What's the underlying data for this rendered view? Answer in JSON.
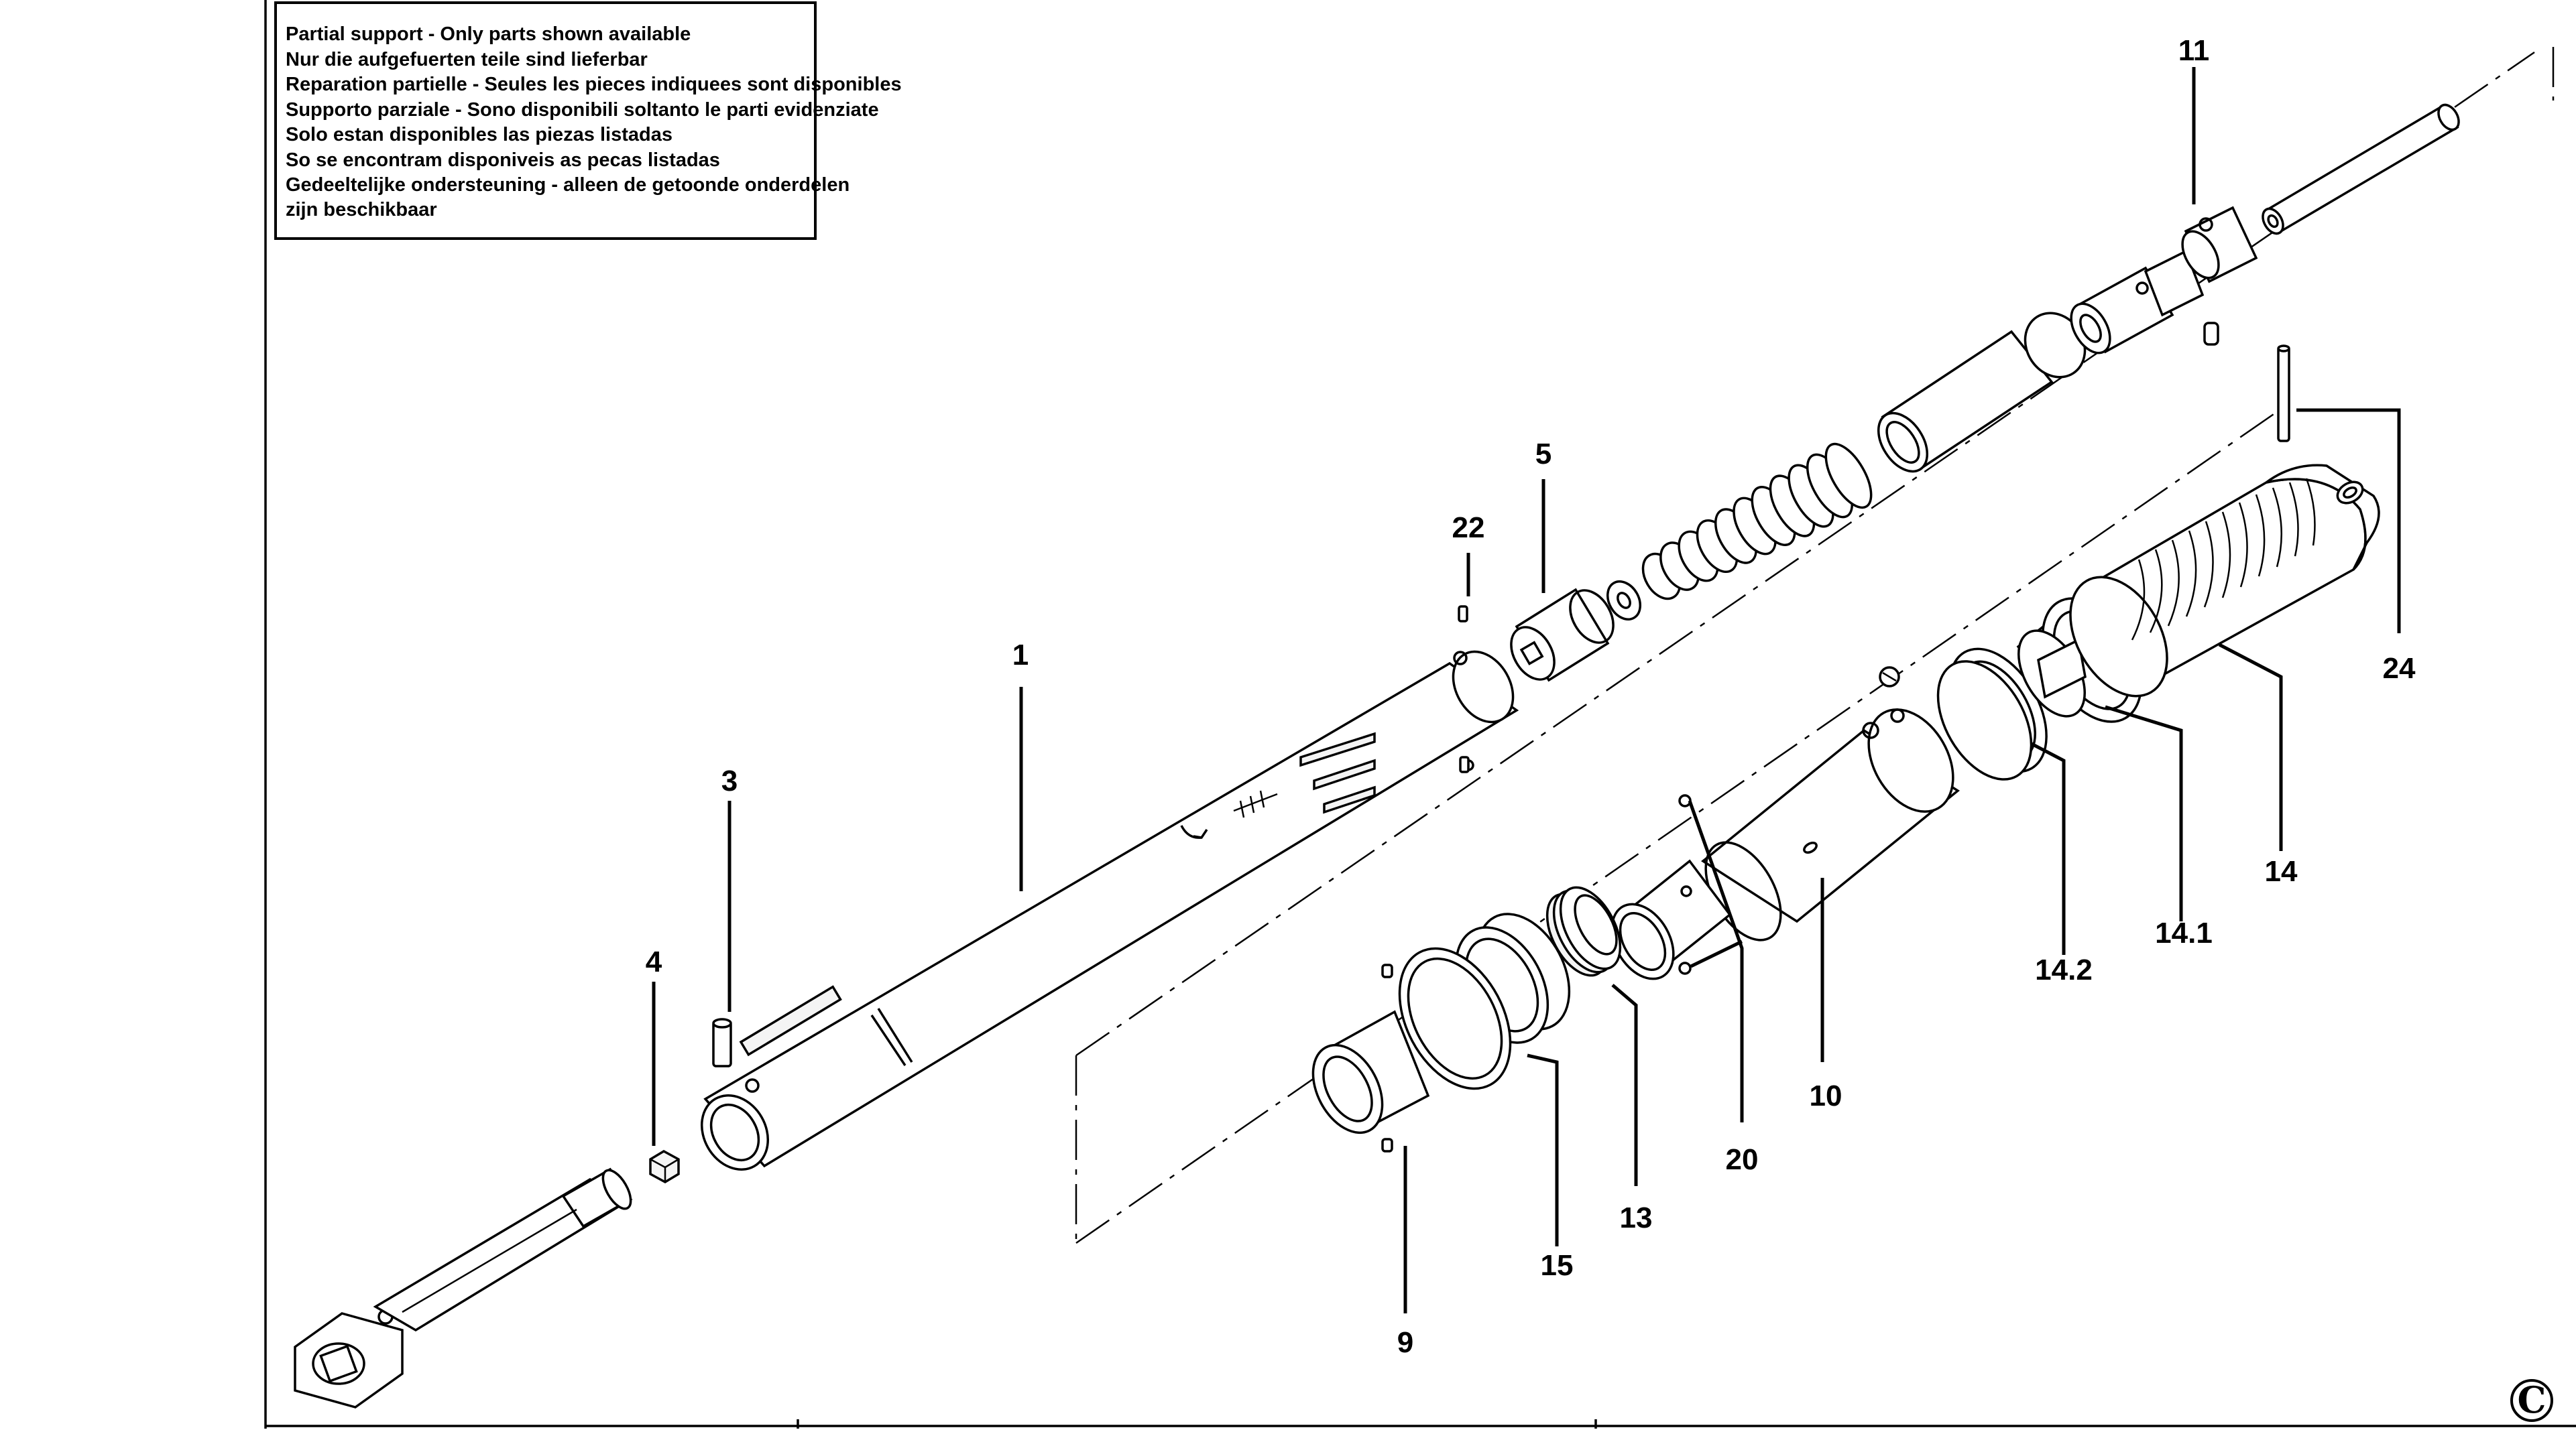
{
  "notice": {
    "lines": [
      "Partial support - Only parts shown available",
      "Nur die aufgefuerten teile sind lieferbar",
      "Reparation partielle - Seules les pieces indiquees sont disponibles",
      "Supporto parziale - Sono disponibili soltanto le parti evidenziate",
      "Solo estan disponibles las piezas listadas",
      "So se encontram disponiveis as pecas listadas",
      "Gedeeltelijke ondersteuning - alleen de getoonde onderdelen",
      "zijn beschikbaar"
    ]
  },
  "callouts": {
    "p1": "1",
    "p3": "3",
    "p4": "4",
    "p5": "5",
    "p9": "9",
    "p10": "10",
    "p11": "11",
    "p13": "13",
    "p14": "14",
    "p14_1": "14.1",
    "p14_2": "14.2",
    "p15": "15",
    "p20": "20",
    "p22": "22",
    "p24": "24"
  },
  "copyright_symbol": "C"
}
